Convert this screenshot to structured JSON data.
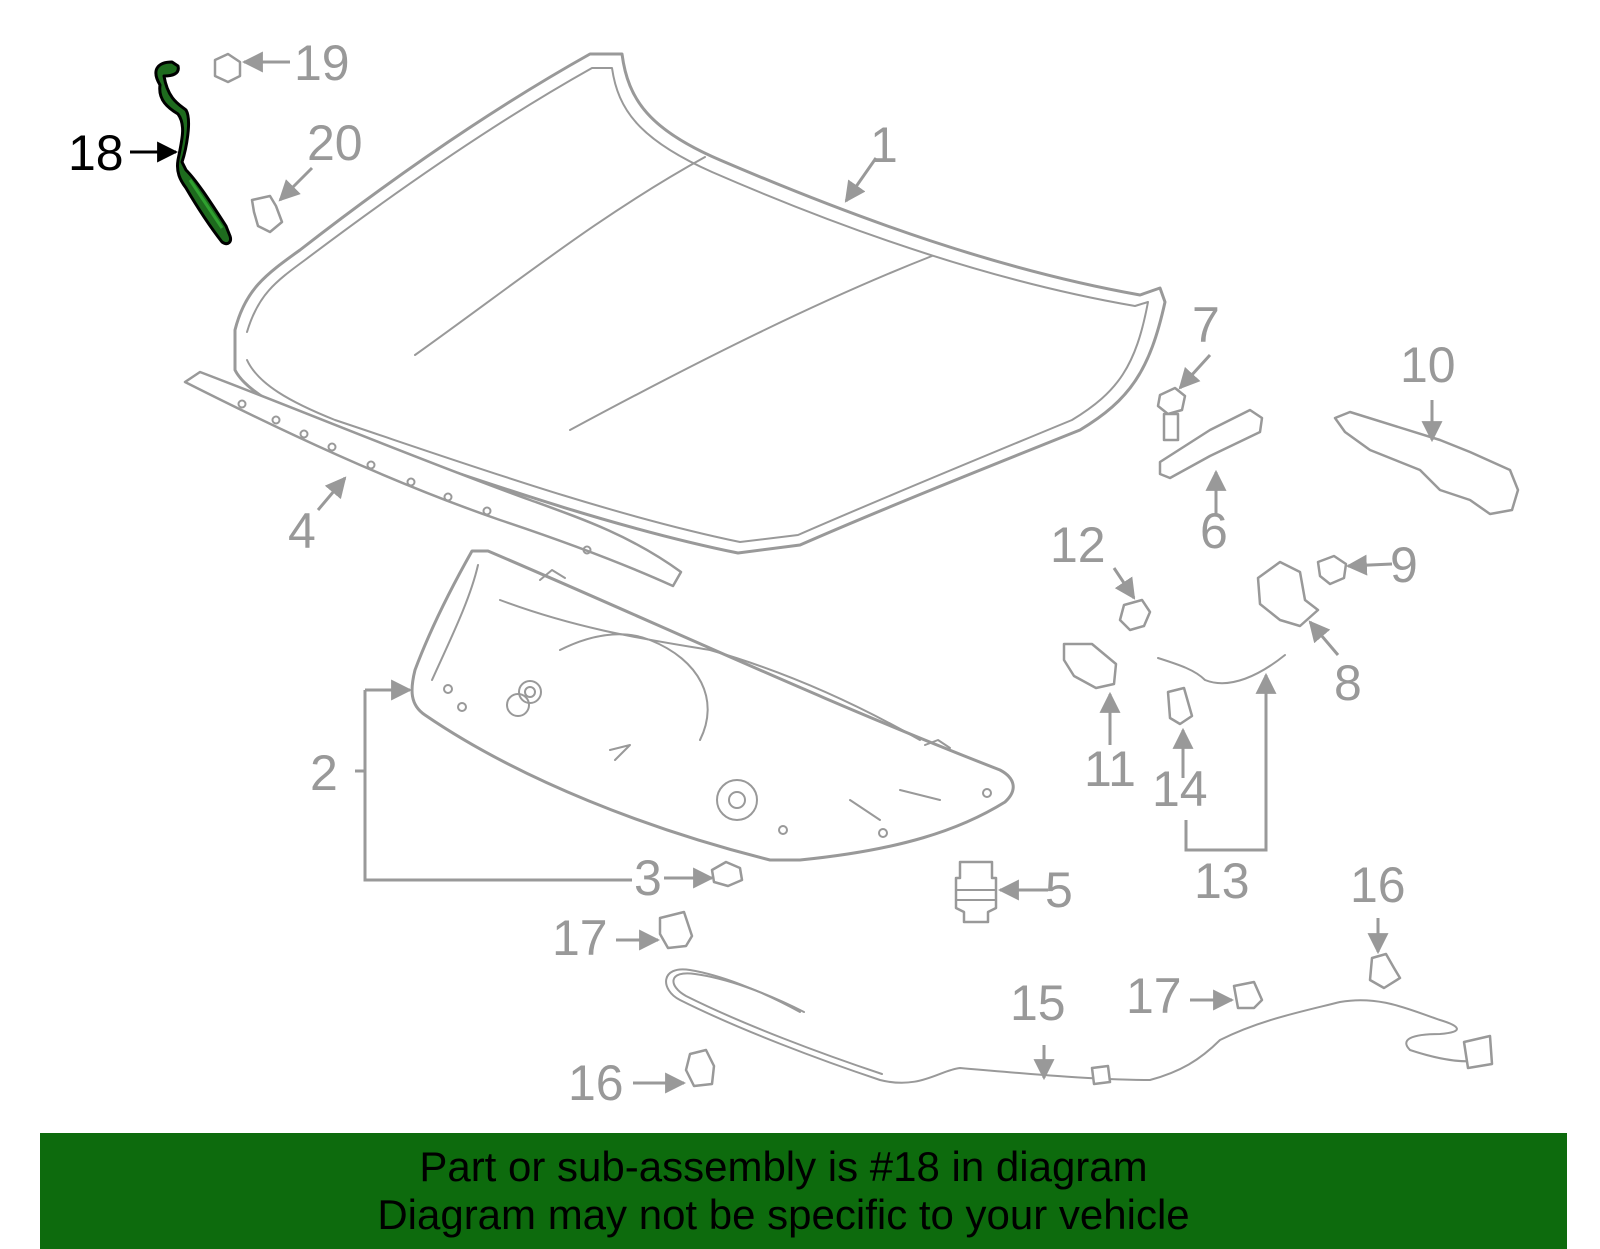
{
  "diagram": {
    "highlighted_part": "18",
    "callouts": [
      "1",
      "2",
      "3",
      "4",
      "5",
      "6",
      "7",
      "8",
      "9",
      "10",
      "11",
      "12",
      "13",
      "14",
      "15",
      "16",
      "16",
      "17",
      "17",
      "18",
      "19",
      "20"
    ],
    "colors": {
      "part_lines": "#999999",
      "highlight_part": "#2e8b2e",
      "highlight_label": "#000000",
      "banner_bg": "#0d6b0d"
    }
  },
  "banner": {
    "line1": "Part or sub-assembly is #18 in diagram",
    "line2": "Diagram may not be specific to your vehicle"
  }
}
